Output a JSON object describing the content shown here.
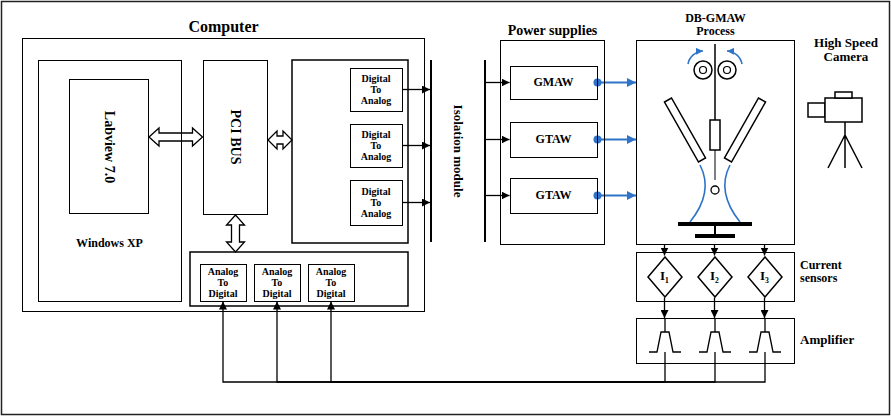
{
  "diagram": {
    "nodes": [
      {
        "text": [
          "Computer"
        ]
      },
      {
        "text": [
          "Windows XP"
        ],
        "in": 0
      },
      {
        "text": [
          "Labview 7.0"
        ],
        "in": 1
      },
      {
        "text": [
          "PCI BUS"
        ],
        "in": 0
      },
      {
        "text": [
          "Digital To Analog"
        ],
        "in": 0
      },
      {
        "text": [
          "Digital To Analog"
        ],
        "in": 0
      },
      {
        "text": [
          "Digital To Analog"
        ],
        "in": 0
      },
      {
        "text": [
          "Analog To Digital"
        ],
        "in": 0
      },
      {
        "text": [
          "Analog To Digital"
        ],
        "in": 0
      },
      {
        "text": [
          "Analog To Digital"
        ],
        "in": 0
      },
      {
        "text": [
          "Isolation module"
        ]
      },
      {
        "text": [
          "Power supplies"
        ]
      },
      {
        "text": [
          "GMAW"
        ],
        "in": 11
      },
      {
        "text": [
          "GTAW"
        ],
        "in": 11
      },
      {
        "text": [
          "GTAW"
        ],
        "in": 11
      },
      {
        "text": [
          "DB-GMAW Process"
        ]
      },
      {
        "text": [
          "Current sensors"
        ]
      },
      {
        "text": [
          "I₁"
        ],
        "in": 16
      },
      {
        "text": [
          "I₂"
        ],
        "in": 16
      },
      {
        "text": [
          "I₃"
        ],
        "in": 16
      },
      {
        "text": [
          "Amplifier"
        ]
      }
    ],
    "edges": [
      {
        "from": 2,
        "to": 3,
        "arrow": "both"
      },
      {
        "from": 4,
        "to": 10,
        "arrow": "to"
      },
      {
        "from": 5,
        "to": 10,
        "arrow": "to"
      },
      {
        "from": 6,
        "to": 10,
        "arrow": "to"
      },
      {
        "from": 10,
        "to": 12,
        "arrow": "to"
      },
      {
        "from": 10,
        "to": 13,
        "arrow": "to"
      },
      {
        "from": 10,
        "to": 14,
        "arrow": "to"
      },
      {
        "from": 12,
        "to": 15,
        "arrow": "to"
      },
      {
        "from": 13,
        "to": 15,
        "arrow": "to"
      },
      {
        "from": 14,
        "to": 15,
        "arrow": "to"
      },
      {
        "from": 15,
        "to": 17,
        "arrow": "to"
      },
      {
        "from": 15,
        "to": 18,
        "arrow": "to"
      },
      {
        "from": 15,
        "to": 19,
        "arrow": "to"
      },
      {
        "from": 17,
        "to": 20,
        "arrow": "to"
      },
      {
        "from": 18,
        "to": 20,
        "arrow": "to"
      },
      {
        "from": 19,
        "to": 20,
        "arrow": "to"
      },
      {
        "from": 20,
        "to": 7,
        "arrow": "to"
      },
      {
        "from": 20,
        "to": 8,
        "arrow": "to"
      },
      {
        "from": 20,
        "to": 9,
        "arrow": "to"
      }
    ],
    "labels": [
      "High Speed Camera"
    ]
  }
}
